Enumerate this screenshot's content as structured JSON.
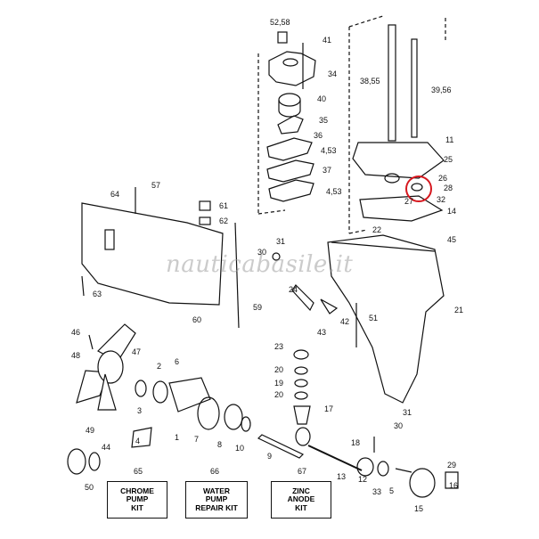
{
  "watermark": "nauticabasile.it",
  "callouts": {
    "c52_58": "52,58",
    "c41": "41",
    "c34": "34",
    "c40": "40",
    "c35": "35",
    "c36": "36",
    "c4_53a": "4,53",
    "c37": "37",
    "c4_53b": "4,53",
    "c38_55": "38,55",
    "c39_56": "39,56",
    "c11": "11",
    "c25": "25",
    "c26": "26",
    "c28": "28",
    "c27": "27",
    "c32": "32",
    "c14": "14",
    "c57": "57",
    "c64": "64",
    "c61": "61",
    "c62": "62",
    "c22": "22",
    "c45": "45",
    "c31a": "31",
    "c30a": "30",
    "c24": "24",
    "c63": "63",
    "c60": "60",
    "c59": "59",
    "c42": "42",
    "c43": "43",
    "c51": "51",
    "c21": "21",
    "c46": "46",
    "c47": "47",
    "c48": "48",
    "c23": "23",
    "c20a": "20",
    "c19": "19",
    "c20b": "20",
    "c2": "2",
    "c6": "6",
    "c17": "17",
    "c3": "3",
    "c4": "4",
    "c7": "7",
    "c31b": "31",
    "c30b": "30",
    "c1": "1",
    "c8": "8",
    "c10": "10",
    "c9": "9",
    "c49": "49",
    "c44": "44",
    "c50": "50",
    "c18": "18",
    "c13": "13",
    "c12": "12",
    "c33": "33",
    "c5": "5",
    "c29": "29",
    "c16": "16",
    "c15": "15",
    "c65": "65",
    "c66": "66",
    "c67": "67"
  },
  "kits": {
    "chrome": "CHROME\nPUMP\nKIT",
    "water": "WATER\nPUMP\nREPAIR KIT",
    "zinc": "ZINC\nANODE\nKIT"
  },
  "colors": {
    "highlight": "#d6181f",
    "ink": "#111111",
    "watermark": "#a0a0a0"
  }
}
